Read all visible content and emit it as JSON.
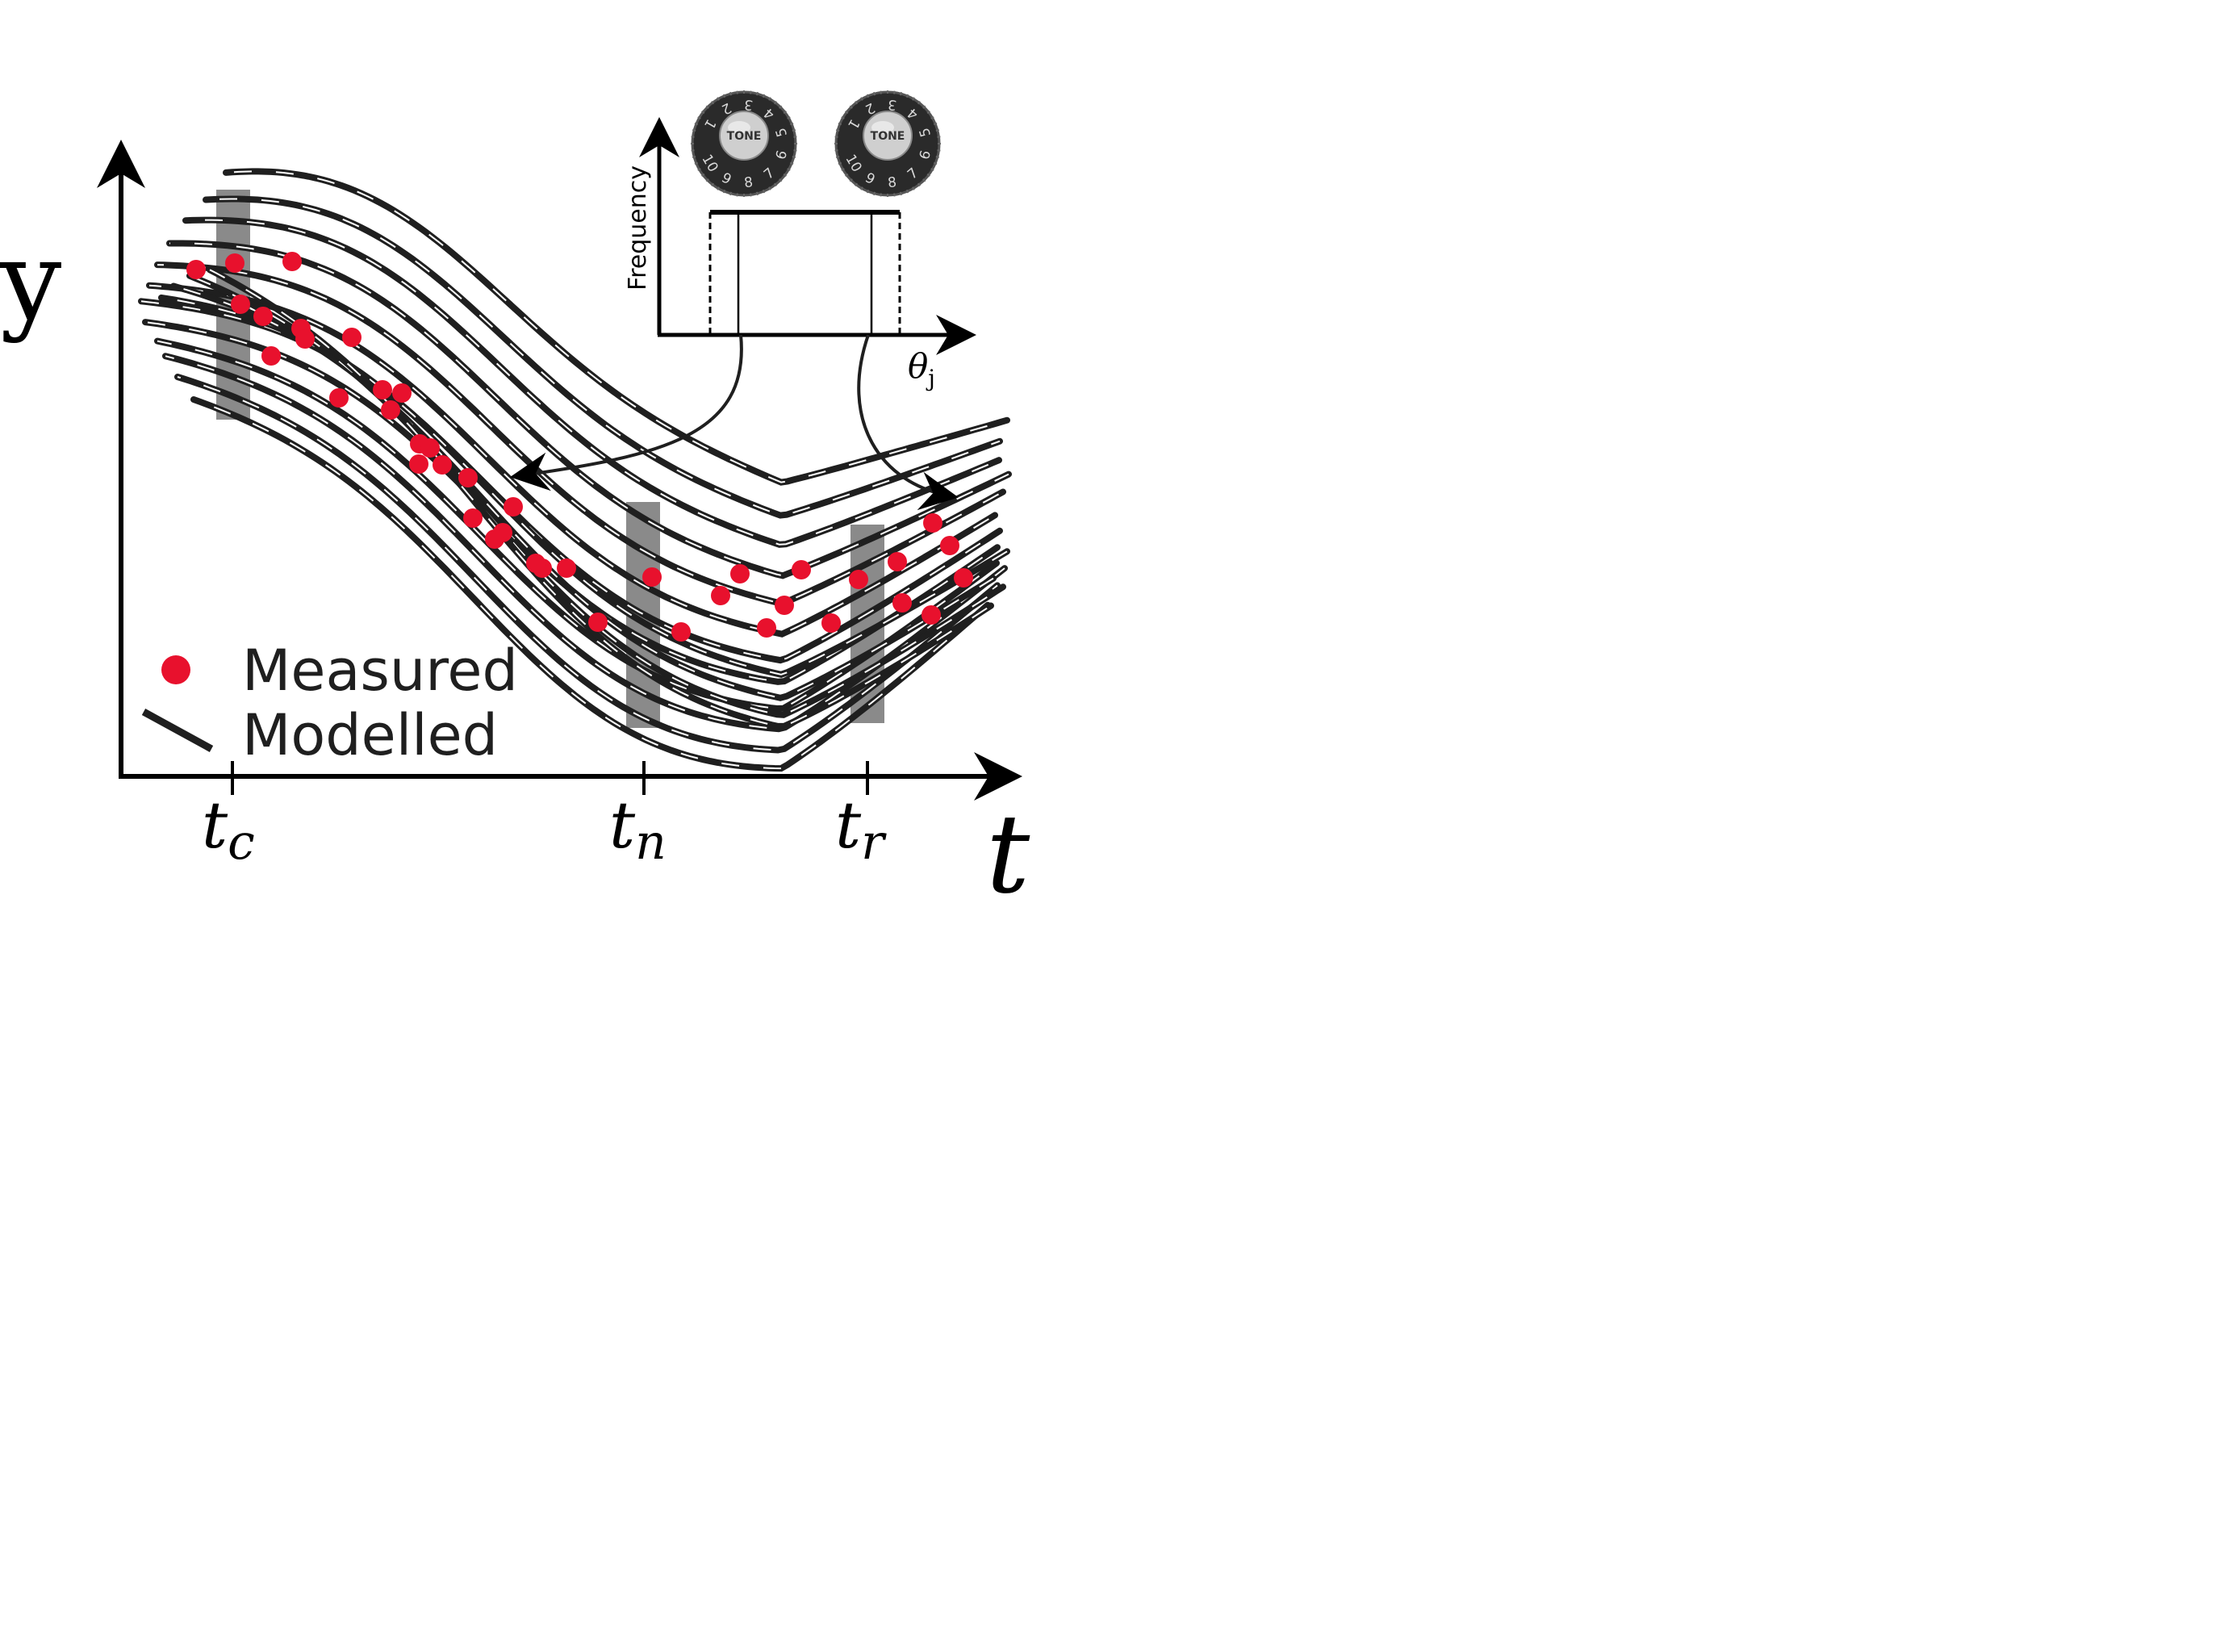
{
  "main_plot": {
    "y_axis_label": "y",
    "x_axis_label": "t",
    "tick_labels": [
      {
        "base": "t",
        "sub": "c"
      },
      {
        "base": "t",
        "sub": "n"
      },
      {
        "base": "t",
        "sub": "r"
      }
    ]
  },
  "legend": {
    "measured_label": "Measured",
    "modelled_label": "Modelled"
  },
  "inset": {
    "y_axis_label": "Frequency",
    "x_axis_label_base": "θ",
    "x_axis_label_sub": "j",
    "knob_label": "TONE",
    "knob_scale": [
      "1",
      "2",
      "3",
      "4",
      "5",
      "6",
      "7",
      "8",
      "9",
      "10"
    ]
  },
  "colors": {
    "measured": "#e8112d",
    "modelled": "#1f1f1f",
    "highlight_band": "#8a8a8a",
    "axis": "#000000"
  }
}
